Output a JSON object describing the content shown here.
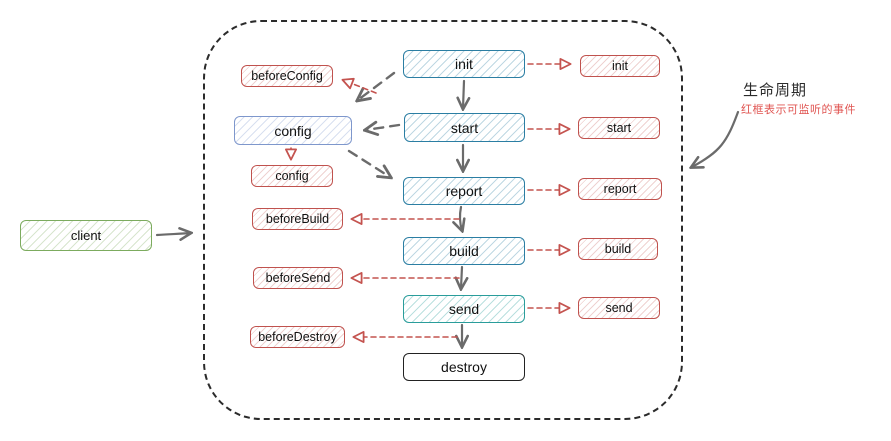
{
  "diagram": {
    "client_label": "client",
    "flow": {
      "init": "init",
      "start": "start",
      "report": "report",
      "build": "build",
      "send": "send",
      "destroy": "destroy",
      "config": "config"
    },
    "events": {
      "init": "init",
      "start": "start",
      "report": "report",
      "build": "build",
      "send": "send",
      "beforeConfig": "beforeConfig",
      "config": "config",
      "beforeBuild": "beforeBuild",
      "beforeSend": "beforeSend",
      "beforeDestroy": "beforeDestroy"
    },
    "legend": {
      "title": "生命周期",
      "note": "红框表示可监听的事件"
    },
    "colors": {
      "flow_border": "#2b7ea3",
      "send_border": "#2a9d9b",
      "config_border": "#7e97cc",
      "event_border": "#c0524e",
      "client_border": "#7cab5e",
      "destroy_border": "#222222",
      "arrow_gray": "#6b6b6b",
      "arrow_red": "#c4534f"
    }
  }
}
